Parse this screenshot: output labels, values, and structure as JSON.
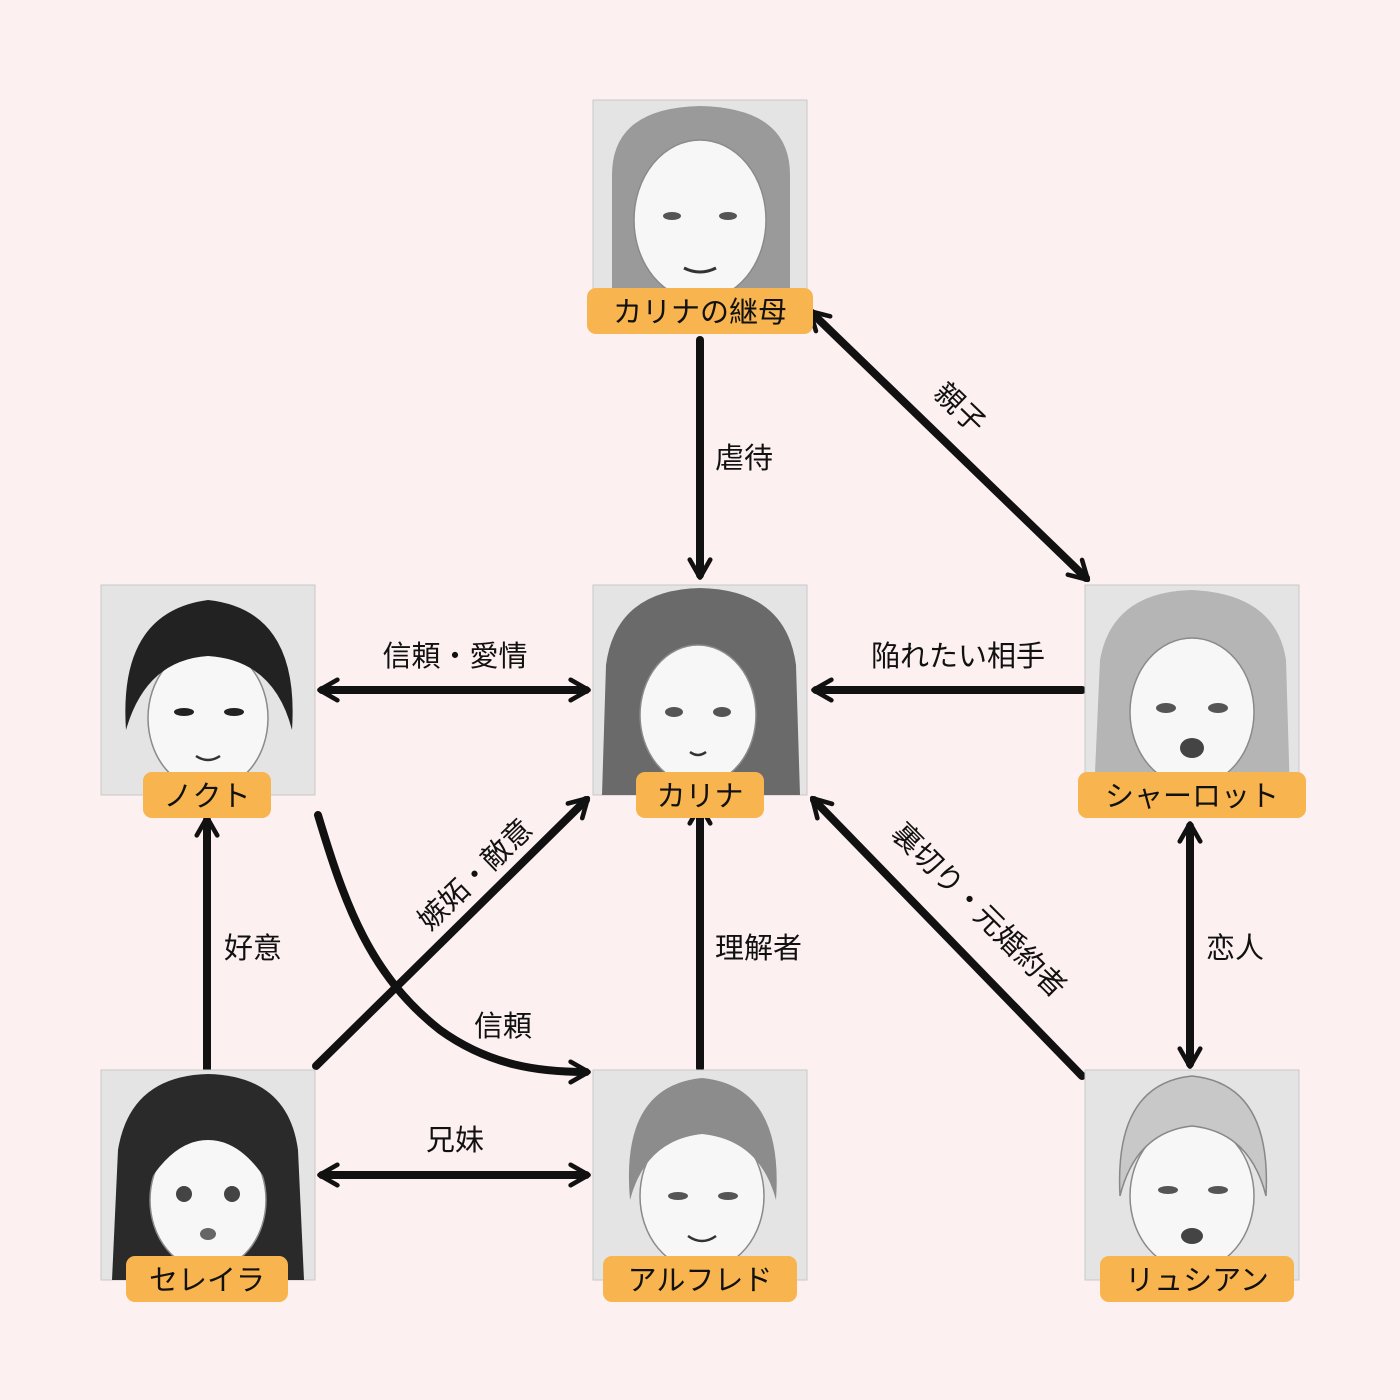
{
  "nodes": {
    "stepmother": {
      "label": "カリナの継母",
      "icon": "woman-portrait"
    },
    "karina": {
      "label": "カリナ",
      "icon": "woman-portrait"
    },
    "nokuto": {
      "label": "ノクト",
      "icon": "man-portrait"
    },
    "charlotte": {
      "label": "シャーロット",
      "icon": "woman-portrait"
    },
    "sereira": {
      "label": "セレイラ",
      "icon": "woman-portrait"
    },
    "alfred": {
      "label": "アルフレド",
      "icon": "man-portrait"
    },
    "lucian": {
      "label": "リュシアン",
      "icon": "man-portrait"
    }
  },
  "edges": {
    "stepmother_karina": {
      "label": "虐待",
      "direction": "to-karina"
    },
    "stepmother_charlotte": {
      "label": "親子",
      "direction": "both"
    },
    "nokuto_karina": {
      "label": "信頼・愛情",
      "direction": "both"
    },
    "charlotte_karina": {
      "label": "陥れたい相手",
      "direction": "to-karina"
    },
    "sereira_nokuto": {
      "label": "好意",
      "direction": "to-nokuto"
    },
    "sereira_karina": {
      "label": "嫉妬・敵意",
      "direction": "to-karina"
    },
    "nokuto_alfred": {
      "label": "信頼",
      "direction": "to-alfred"
    },
    "alfred_karina": {
      "label": "理解者",
      "direction": "to-karina"
    },
    "lucian_karina": {
      "label": "裏切り・元婚約者",
      "direction": "to-karina"
    },
    "charlotte_lucian": {
      "label": "恋人",
      "direction": "both"
    },
    "sereira_alfred": {
      "label": "兄妹",
      "direction": "both"
    }
  },
  "colors": {
    "background": "#fdf0f0",
    "name_tag": "#f8b44e",
    "arrow": "#111111"
  }
}
